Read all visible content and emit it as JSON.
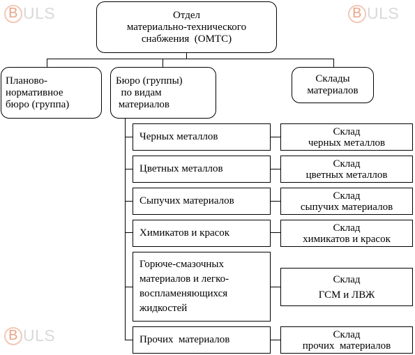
{
  "watermark": {
    "b": "B",
    "rest": "ULS"
  },
  "top": [
    "Отдел",
    "материально-технического",
    "снабжения  (ОМТС)"
  ],
  "planning": [
    "Планово-",
    "нормативное",
    "бюро (группа)"
  ],
  "bureau": [
    "Бюро (группы)",
    "  по видам",
    " материалов"
  ],
  "warehouses": [
    "Склады",
    "материалов"
  ],
  "groups": [
    {
      "bureau": [
        "Черных металлов"
      ],
      "warehouse": [
        "Склад",
        "черных металлов"
      ]
    },
    {
      "bureau": [
        "Цветных металлов"
      ],
      "warehouse": [
        "Склад",
        "цветных металлов"
      ]
    },
    {
      "bureau": [
        "Сыпучих материалов"
      ],
      "warehouse": [
        "Склад",
        "сыпучих материалов"
      ]
    },
    {
      "bureau": [
        "Химикатов и красок"
      ],
      "warehouse": [
        "Склад",
        "химикатов и красок"
      ]
    },
    {
      "bureau": [
        "Горюче-смазочных",
        "материалов и легко-",
        "воспламеняющихся",
        "жидкостей"
      ],
      "warehouse": [
        "Склад",
        "ГСМ и ЛВЖ"
      ]
    },
    {
      "bureau": [
        "Прочих  материалов"
      ],
      "warehouse": [
        "Склад",
        "прочих  материалов"
      ]
    }
  ]
}
